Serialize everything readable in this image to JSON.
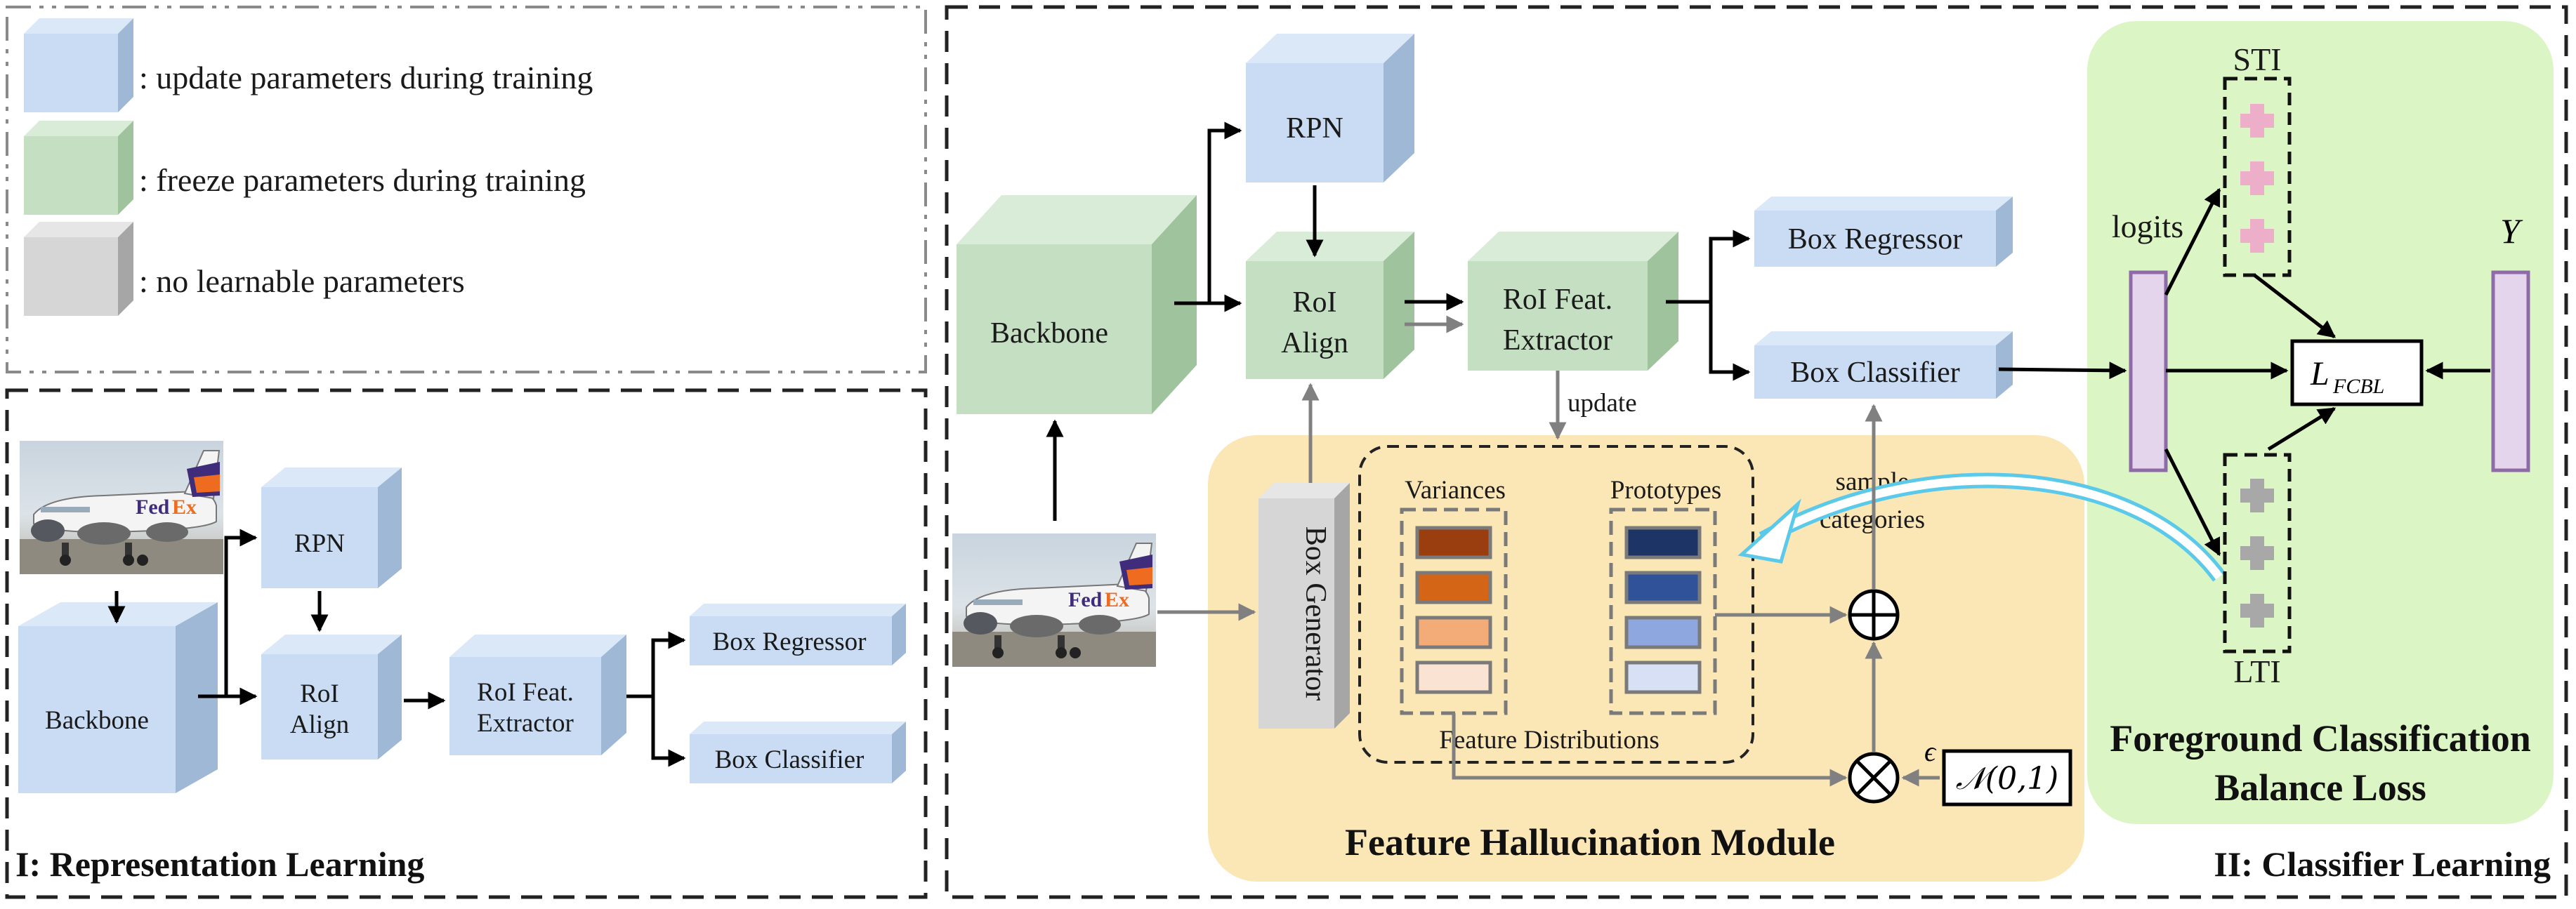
{
  "legend": {
    "update": ": update parameters during training",
    "freeze": ": freeze parameters during training",
    "none": ": no learnable parameters"
  },
  "rep": {
    "title": "I: Representation Learning",
    "backbone": "Backbone",
    "rpn": "RPN",
    "roi_align_1": "RoI",
    "roi_align_2": "Align",
    "roi_feat_1": "RoI Feat.",
    "roi_feat_2": "Extractor",
    "box_regressor": "Box Regressor",
    "box_classifier": "Box Classifier"
  },
  "cls": {
    "title": "II: Classifier Learning",
    "backbone": "Backbone",
    "rpn": "RPN",
    "roi_align_1": "RoI",
    "roi_align_2": "Align",
    "roi_feat_1": "RoI Feat.",
    "roi_feat_2": "Extractor",
    "box_regressor": "Box Regressor",
    "box_classifier": "Box Classifier",
    "box_generator": "Box Generator",
    "update": "update"
  },
  "fhm": {
    "title": "Feature Hallucination Module",
    "variances": "Variances",
    "prototypes": "Prototypes",
    "distributions": "Feature Distributions",
    "sample_1": "sample",
    "sample_2": "categories",
    "epsilon": "ϵ",
    "normal": "𝒩(0,1)"
  },
  "fcbl": {
    "title_1": "Foreground Classification",
    "title_2": "Balance Loss",
    "logits": "logits",
    "y": "Y",
    "sti": "STI",
    "lti": "LTI",
    "loss_main": "L",
    "loss_sub": "FCBL"
  },
  "colors": {
    "update": "#c9dcf3",
    "freeze": "#c5dfc3",
    "none": "#d6d6d6",
    "fhm_bg": "#fbe6b6",
    "fcbl_bg": "#dcf5c4",
    "logits": "#e4d4ec",
    "logits_stroke": "#8e6aa8",
    "sti": "#ecaec9",
    "lti": "#a8a8a8",
    "variances": [
      "#9a3e0f",
      "#d46416",
      "#f3ac78",
      "#fbe3d4"
    ],
    "prototypes": [
      "#1d3466",
      "#2f5299",
      "#8ea8df",
      "#d7e0f5"
    ],
    "cyan_arrow": "#5bc9ea"
  }
}
